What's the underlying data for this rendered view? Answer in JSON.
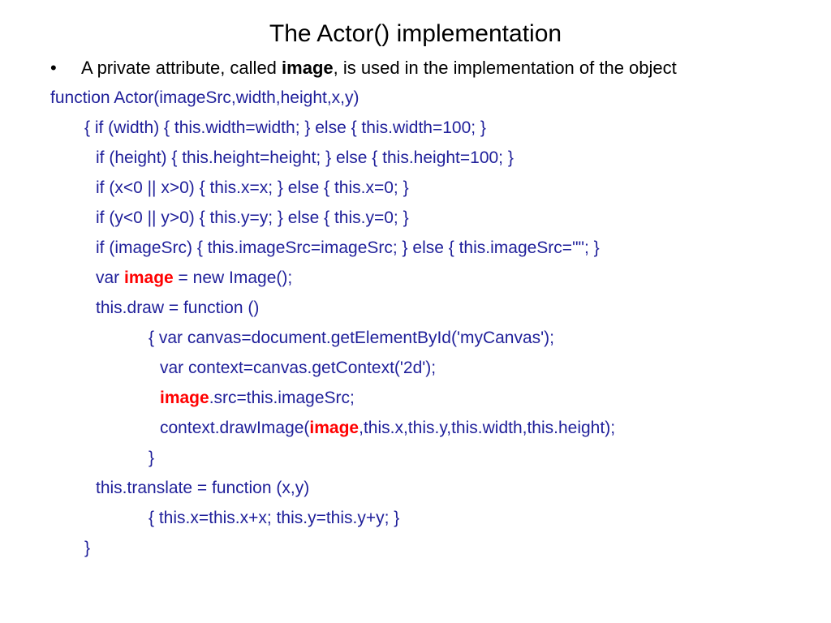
{
  "colors": {
    "code": "#1f1f9a",
    "highlight": "#ff0000",
    "text": "#000000"
  },
  "slide": {
    "title": "The Actor() implementation",
    "bullet": {
      "mark": "•",
      "before": "A private attribute, called ",
      "keyword": "image",
      "after": ", is used in the implementation of the object"
    }
  },
  "code_lines": [
    {
      "indent": 0,
      "segments": [
        {
          "t": "function Actor(imageSrc,width,height,x,y)"
        }
      ]
    },
    {
      "indent": 1,
      "segments": [
        {
          "t": "{ if (width) { this.width=width; } else { this.width=100; }"
        }
      ]
    },
    {
      "indent": 2,
      "segments": [
        {
          "t": "if (height) { this.height=height; } else { this.height=100; }"
        }
      ]
    },
    {
      "indent": 2,
      "segments": [
        {
          "t": "if (x<0 || x>0) { this.x=x; } else { this.x=0; }"
        }
      ]
    },
    {
      "indent": 2,
      "segments": [
        {
          "t": "if (y<0 || y>0) { this.y=y; } else { this.y=0; }"
        }
      ]
    },
    {
      "indent": 2,
      "segments": [
        {
          "t": "if (imageSrc) { this.imageSrc=imageSrc; } else { this.imageSrc=\"\"; }"
        }
      ]
    },
    {
      "indent": 2,
      "segments": [
        {
          "t": "var "
        },
        {
          "t": "image",
          "hl": true
        },
        {
          "t": " = new Image();"
        }
      ]
    },
    {
      "indent": 2,
      "segments": [
        {
          "t": "this.draw = function ()"
        }
      ]
    },
    {
      "indent": 3,
      "segments": [
        {
          "t": "{ var canvas=document.getElementById('myCanvas');"
        }
      ]
    },
    {
      "indent": 4,
      "segments": [
        {
          "t": "var context=canvas.getContext('2d');"
        }
      ]
    },
    {
      "indent": 4,
      "segments": [
        {
          "t": "image",
          "hl": true
        },
        {
          "t": ".src=this.imageSrc;"
        }
      ]
    },
    {
      "indent": 4,
      "segments": [
        {
          "t": "context.drawImage("
        },
        {
          "t": "image",
          "hl": true
        },
        {
          "t": ",this.x,this.y,this.width,this.height);"
        }
      ]
    },
    {
      "indent": 3,
      "segments": [
        {
          "t": "}"
        }
      ]
    },
    {
      "indent": 2,
      "segments": [
        {
          "t": "this.translate = function (x,y)"
        }
      ]
    },
    {
      "indent": 3,
      "segments": [
        {
          "t": "{ this.x=this.x+x; this.y=this.y+y; }"
        }
      ]
    },
    {
      "indent": 1,
      "segments": [
        {
          "t": "}"
        }
      ]
    }
  ]
}
